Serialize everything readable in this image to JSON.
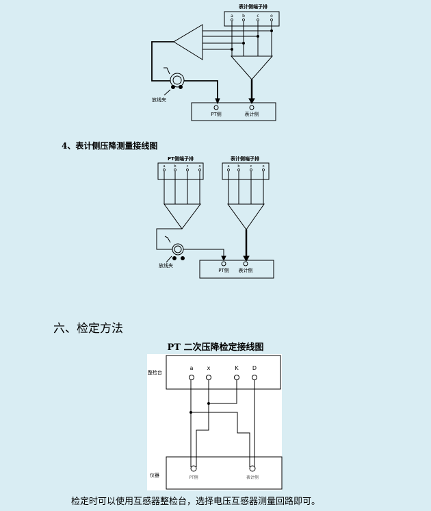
{
  "diagram1": {
    "terminal_block_title": "表计侧端子排",
    "terminals": [
      "a",
      "b",
      "c",
      "o"
    ],
    "clamp_label": "放线夹",
    "instrument_ports": [
      "PT侧",
      "表计侧"
    ]
  },
  "diagram2": {
    "heading": "4、表计侧压降测量接线图",
    "pt_block_title": "PT侧端子排",
    "pt_terminals": [
      "a",
      "b",
      "c",
      "o"
    ],
    "meter_block_title": "表计侧端子排",
    "meter_terminals": [
      "a",
      "b",
      "c",
      "o"
    ],
    "clamp_label": "放线夹",
    "instrument_ports": [
      "PT侧",
      "表计侧"
    ]
  },
  "section6": {
    "heading": "六、检定方法",
    "diagram_title": "PT 二次压降检定接线图",
    "top_box_label": "整检台",
    "top_terminals": [
      "a",
      "x",
      "K",
      "D"
    ],
    "bottom_box_label": "仪器",
    "bottom_ports": [
      "PT侧",
      "表计侧"
    ],
    "caption": "检定时可以使用互感器整检台，选择电压互感器测量回路即可。"
  }
}
